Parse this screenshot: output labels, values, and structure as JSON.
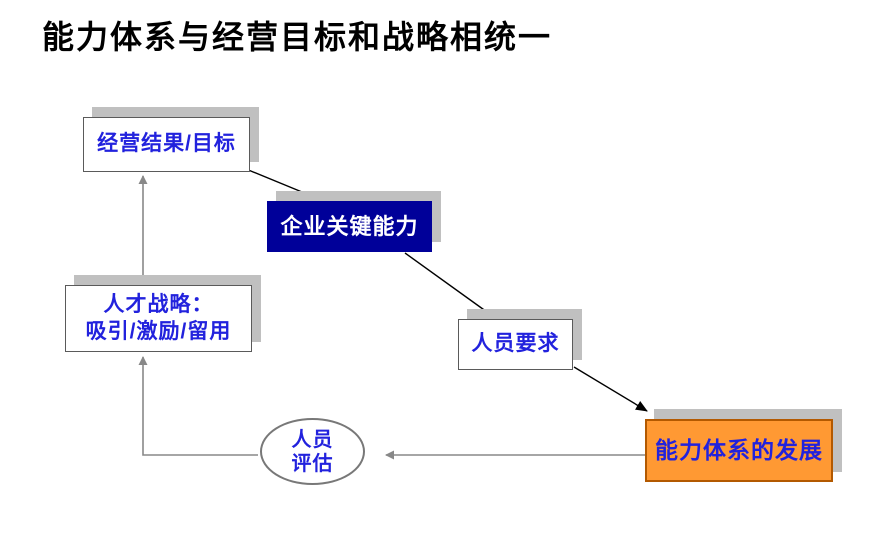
{
  "title": "能力体系与经营目标和战略相统一",
  "colors": {
    "text_blue": "#2222dd",
    "navy_fill": "#000099",
    "navy_text": "#ffffff",
    "orange_fill": "#ff9933",
    "orange_border": "#b35900",
    "shadow_gray": "#c0c0c0",
    "arrow_gray": "#888888",
    "arrow_black": "#000000",
    "box_border": "#5a5a5a",
    "title_color": "#000000"
  },
  "nodes": {
    "business_results": {
      "label": "经营结果/目标"
    },
    "key_capabilities": {
      "label": "企业关键能力"
    },
    "talent_strategy": {
      "line1": "人才战略：",
      "line2": "吸引/激励/留用"
    },
    "people_requirements": {
      "label": "人员要求"
    },
    "people_assessment": {
      "line1": "人员",
      "line2": "评估"
    },
    "capability_development": {
      "label": "能力体系的发展"
    }
  }
}
